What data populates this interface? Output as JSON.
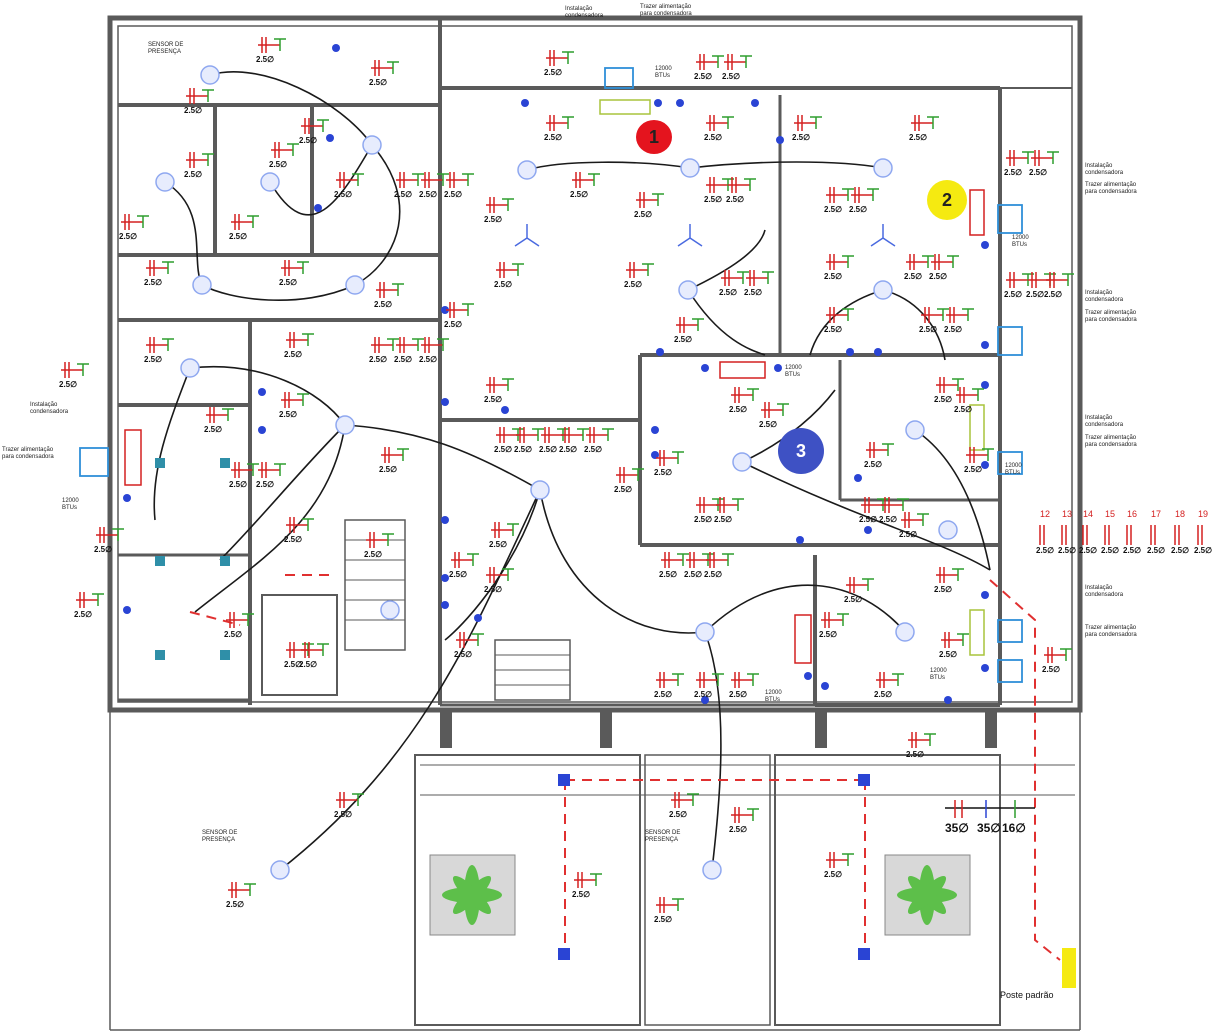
{
  "markers": [
    {
      "number": "1",
      "color": "#e4141e",
      "text_color": "#222222"
    },
    {
      "number": "2",
      "color": "#f5ea11",
      "text_color": "#222222"
    },
    {
      "number": "3",
      "color": "#3e51c4",
      "text_color": "#ffffff"
    }
  ],
  "notes": {
    "sensor_presence": "SENSOR DE\nPRESENÇA",
    "condenser_install": "Instalação\ncondensadora",
    "condenser_power": "Trazer alimentação\npara condensadora",
    "ac_12000": "12000\nBTUs",
    "pole": "Poste padrão"
  },
  "cable_gauges": [
    "2.5∅",
    "35∅",
    "35∅",
    "16∅"
  ],
  "circuit_numbers": [
    "12",
    "13",
    "14",
    "15",
    "16",
    "17",
    "18",
    "19"
  ],
  "colors": {
    "wall": "#5a5a5a",
    "wire": "#1a1a1a",
    "outlet_red": "#d42020",
    "ground_green": "#2e9e2e",
    "fixture_blue": "#2a44d4",
    "lamp_light_blue": "#8fa8f0",
    "dashed_red": "#e03030",
    "plant_green": "#5dbf4a",
    "pole_yellow": "#f5ea11"
  }
}
